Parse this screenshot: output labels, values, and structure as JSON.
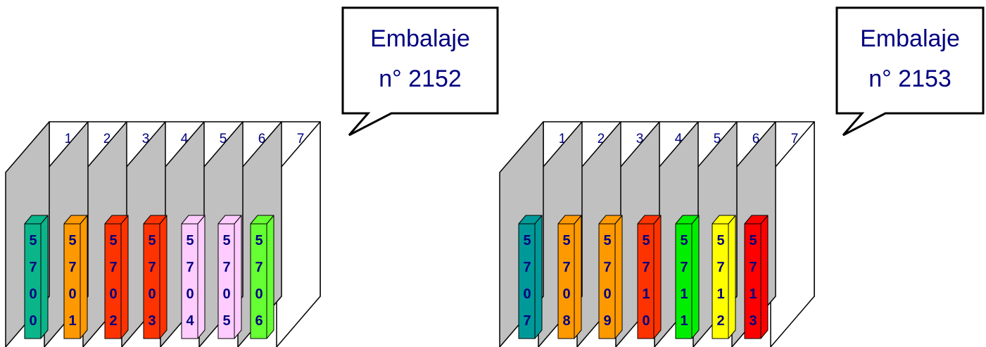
{
  "slot_numbers": [
    "1",
    "2",
    "3",
    "4",
    "5",
    "6",
    "7"
  ],
  "packages": [
    {
      "callout_line1": "Embalaje",
      "callout_line2": "n° 2152",
      "boxes": [
        {
          "digits": [
            "5",
            "7",
            "0",
            "0"
          ],
          "color": "#0ab58a"
        },
        {
          "digits": [
            "5",
            "7",
            "0",
            "1"
          ],
          "color": "#ff9900"
        },
        {
          "digits": [
            "5",
            "7",
            "0",
            "2"
          ],
          "color": "#ff3300"
        },
        {
          "digits": [
            "5",
            "7",
            "0",
            "3"
          ],
          "color": "#ff3300"
        },
        {
          "digits": [
            "5",
            "7",
            "0",
            "4"
          ],
          "color": "#ffccff"
        },
        {
          "digits": [
            "5",
            "7",
            "0",
            "5"
          ],
          "color": "#ffccff"
        },
        {
          "digits": [
            "5",
            "7",
            "0",
            "6"
          ],
          "color": "#66ff33"
        }
      ]
    },
    {
      "callout_line1": "Embalaje",
      "callout_line2": "n° 2153",
      "boxes": [
        {
          "digits": [
            "5",
            "7",
            "0",
            "7"
          ],
          "color": "#009999"
        },
        {
          "digits": [
            "5",
            "7",
            "0",
            "8"
          ],
          "color": "#ff9900"
        },
        {
          "digits": [
            "5",
            "7",
            "0",
            "9"
          ],
          "color": "#ff9900"
        },
        {
          "digits": [
            "5",
            "7",
            "1",
            "0"
          ],
          "color": "#ff3300"
        },
        {
          "digits": [
            "5",
            "7",
            "1",
            "1"
          ],
          "color": "#00ee00"
        },
        {
          "digits": [
            "5",
            "7",
            "1",
            "2"
          ],
          "color": "#ffff00"
        },
        {
          "digits": [
            "5",
            "7",
            "1",
            "3"
          ],
          "color": "#ff0000"
        }
      ]
    }
  ],
  "colors": {
    "divider": "#c0c0c0",
    "text": "#000080",
    "outline": "#000000"
  }
}
